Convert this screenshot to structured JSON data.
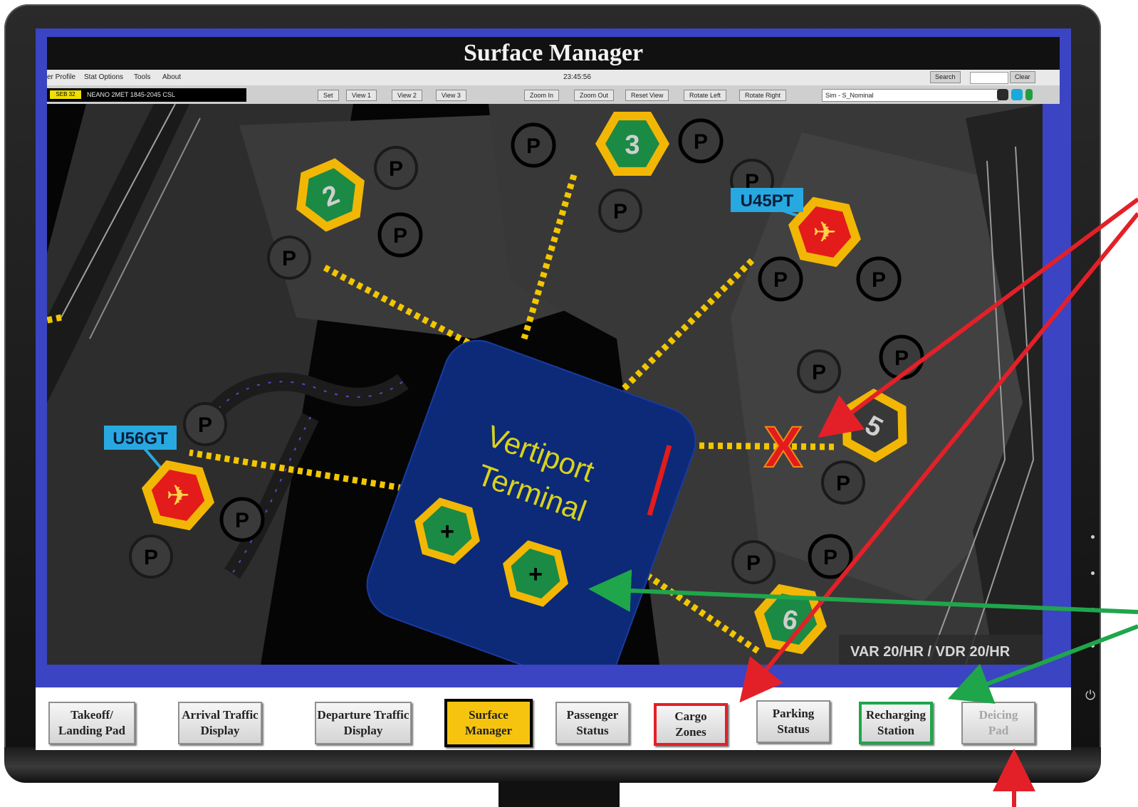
{
  "app": {
    "title": "Surface Manager"
  },
  "menu": {
    "items": [
      "er Profile",
      "Stat Options",
      "Tools",
      "About"
    ],
    "clock": "23:45:56",
    "search_label": "Search",
    "clear_label": "Clear"
  },
  "toolbar": {
    "flight_tag": "SEB 32",
    "flight_text": "NEANO 2MET 1845-2045 CSL",
    "view_buttons": [
      "Set",
      "View 1",
      "View 2",
      "View 3"
    ],
    "map_buttons": [
      "Zoom In",
      "Zoom Out",
      "Reset View",
      "Rotate Left",
      "Rotate Right"
    ],
    "status_text": "Sim - S_Nominal"
  },
  "map": {
    "terminal_label_line1": "Vertiport",
    "terminal_label_line2": "Terminal",
    "pads": [
      {
        "label": "2",
        "state": "available"
      },
      {
        "label": "3",
        "state": "available"
      },
      {
        "label": "5",
        "state": "closed"
      },
      {
        "label": "6",
        "state": "available"
      }
    ],
    "aircraft": [
      {
        "callsign": "U45PT",
        "status": "occupied"
      },
      {
        "callsign": "U56GT",
        "status": "occupied"
      }
    ],
    "parking_symbol": "P",
    "closed_marker": "X",
    "recharging_symbol": "+",
    "rate_readout": "VAR 20/HR / VDR 20/HR"
  },
  "nav": {
    "buttons": [
      {
        "line1": "Takeoff/",
        "line2": "Landing Pad",
        "state": "normal"
      },
      {
        "line1": "Arrival Traffic",
        "line2": "Display",
        "state": "normal"
      },
      {
        "line1": "Departure Traffic",
        "line2": "Display",
        "state": "normal"
      },
      {
        "line1": "Surface",
        "line2": "Manager",
        "state": "active"
      },
      {
        "line1": "Passenger",
        "line2": "Status",
        "state": "normal"
      },
      {
        "line1": "Cargo",
        "line2": "Zones",
        "state": "highlight-red"
      },
      {
        "line1": "Parking",
        "line2": "Status",
        "state": "normal"
      },
      {
        "line1": "Recharging",
        "line2": "Station",
        "state": "highlight-green"
      },
      {
        "line1": "Deicing",
        "line2": "Pad",
        "state": "disabled"
      }
    ]
  },
  "colors": {
    "frame": "#3b44c2",
    "terminal": "#0c2a78",
    "pad_green": "#1b8a45",
    "pad_ring": "#f2b705",
    "alert_red": "#e31b1b",
    "callout_blue": "#28a8e0",
    "annotation_red": "#e32028",
    "annotation_green": "#1fa64b"
  }
}
